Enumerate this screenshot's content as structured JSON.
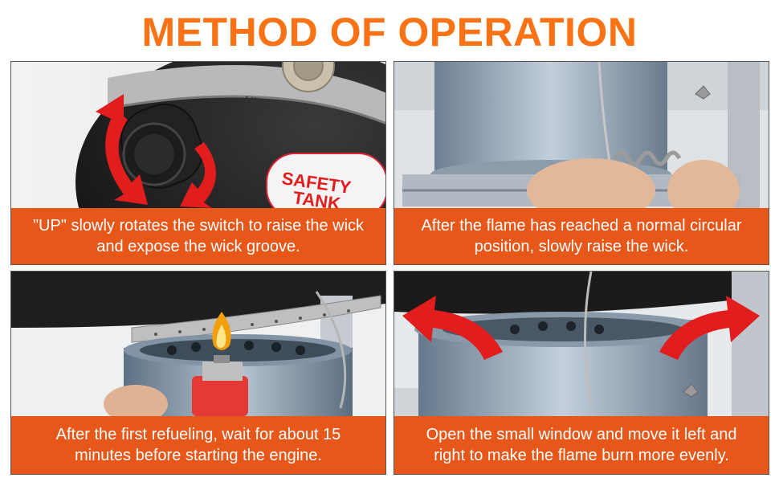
{
  "title": "METHOD OF OPERATION",
  "panels": [
    {
      "caption": "\"UP\" slowly rotates the switch to raise the wick and expose the wick groove.",
      "labels": {
        "up": "UP",
        "tank_line1": "SAFETY",
        "tank_line2": "TANK"
      }
    },
    {
      "caption": "After the flame has reached a normal circular position, slowly raise the wick."
    },
    {
      "caption": "After the first refueling, wait for about 15 minutes before starting the engine."
    },
    {
      "caption": "Open the small window and move it left and right to make the flame burn more evenly."
    }
  ],
  "colors": {
    "title": "#f97316",
    "caption_bg": "#e8571a",
    "arrow": "#e11d1d"
  }
}
